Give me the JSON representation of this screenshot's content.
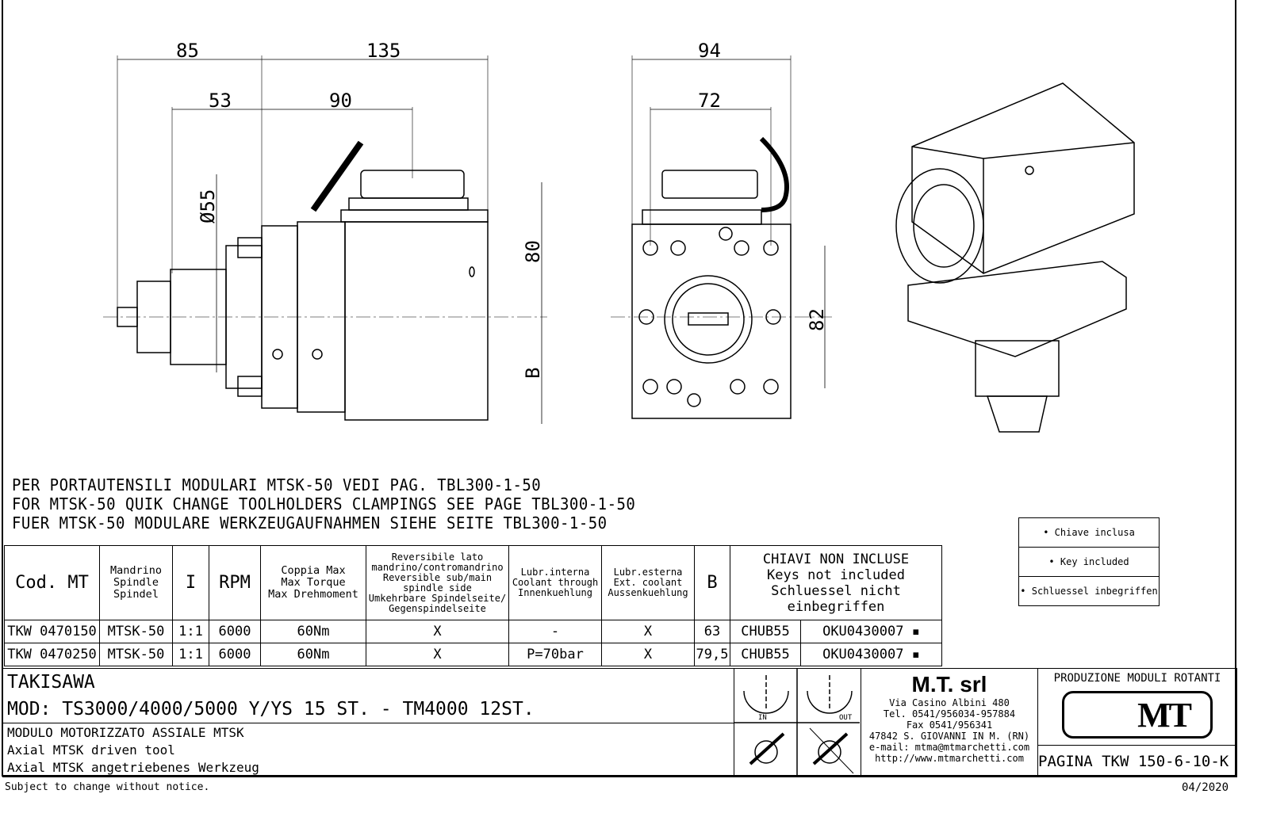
{
  "dimensions": {
    "side_view": [
      "85",
      "135",
      "53",
      "90",
      "Ø55",
      "80",
      "B"
    ],
    "front_view": [
      "94",
      "72",
      "82"
    ]
  },
  "notes": [
    "PER PORTAUTENSILI MODULARI MTSK-50 VEDI PAG. TBL300-1-50",
    "FOR MTSK-50 QUIK CHANGE TOOLHOLDERS CLAMPINGS SEE PAGE TBL300-1-50",
    "FUER MTSK-50 MODULARE WERKZEUGAUFNAHMEN SIEHE SEITE TBL300-1-50"
  ],
  "legend": [
    "• Chiave inclusa",
    "• Key included",
    "• Schluessel inbegriffen"
  ],
  "table": {
    "headers": {
      "cod": "Cod. MT",
      "spindle": "Mandrino\nSpindle\nSpindel",
      "ratio": "I",
      "rpm": "RPM",
      "torque": "Coppia Max\nMax Torque\nMax Drehmoment",
      "reversible": "Reversibile lato\nmandrino/contromandrino\nReversible sub/main\nspindle side\nUmkehrbare Spindelseite/\nGegenspindelseite",
      "coolant_int": "Lubr.interna\nCoolant through\nInnenkuehlung",
      "coolant_ext": "Lubr.esterna\nExt. coolant\nAussenkuehlung",
      "b": "B",
      "keys": "CHIAVI NON INCLUSE\nKeys not included\nSchluessel nicht einbegriffen"
    },
    "rows": [
      [
        "TKW 0470150",
        "MTSK-50",
        "1:1",
        "6000",
        "60Nm",
        "X",
        "-",
        "X",
        "63",
        "CHUB55",
        "OKU0430007 ▪"
      ],
      [
        "TKW 0470250",
        "MTSK-50",
        "1:1",
        "6000",
        "60Nm",
        "X",
        "P=70bar",
        "X",
        "79,5",
        "CHUB55",
        "OKU0430007 ▪"
      ]
    ]
  },
  "title_block": {
    "brand": "TAKISAWA",
    "model": "MOD: TS3000/4000/5000 Y/YS 15 ST. - TM4000 12ST.",
    "desc": [
      "MODULO MOTORIZZATO ASSIALE MTSK",
      "Axial MTSK driven tool",
      "Axial MTSK angetriebenes Werkzeug"
    ],
    "rotation_labels": [
      "IN",
      "OUT"
    ],
    "company": "M.T. srl",
    "address": [
      "Via Casino Albini 480",
      "Tel. 0541/956034-957884",
      "Fax 0541/956341",
      "47842 S. GIOVANNI IN M. (RN)",
      "e-mail: mtma@mtmarchetti.com",
      "http://www.mtmarchetti.com"
    ],
    "production": "PRODUZIONE MODULI ROTANTI",
    "logo_text": "MT",
    "page": "PAGINA TKW 150-6-10-K"
  },
  "footer": {
    "disclaimer": "Subject to change without notice.",
    "date": "04/2020"
  }
}
